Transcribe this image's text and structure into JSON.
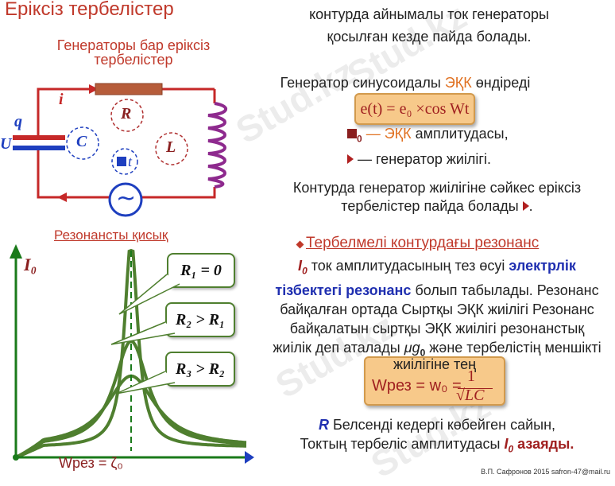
{
  "title": "Еріксіз тербелістер",
  "circuit": {
    "subtitle_line1": "Генераторы бар еріксіз",
    "subtitle_line2": "тербелістер",
    "label_i": "i",
    "label_q": "q",
    "label_U": "U",
    "label_R": "R",
    "label_C": "C",
    "label_L": "L",
    "label_t": "t",
    "generator_symbol": "~",
    "colors": {
      "wire": "#c62828",
      "resistor": "#b65c3a",
      "coil": "#8e2a8e",
      "cap_top": "#c62828",
      "cap_bottom": "#1e3fbf",
      "generator": "#1e3fbf"
    }
  },
  "right": {
    "line1": "контурда айнымалы ток генераторы",
    "line2": "қосылған кезде пайда болады.",
    "gen_text_before": "Генератор синусоидалы ",
    "gen_text_emf": "ЭҚК",
    "gen_text_after": " өндіреді",
    "formula1": "e(t) = e₀ ×cos Wt",
    "amp_sub": "0",
    "amp_text_emf": "— ЭҚК",
    "amp_text_after": " амплитудасы,",
    "freq_text": "— генератор жиілігі.",
    "match_line1": "Контурда генератор жиілігіне сәйкес еріксіз",
    "match_line2": "тербелістер пайда болады",
    "resonance_heading": "Тербелмелі контурдағы резонанс",
    "para_I0": "I",
    "para_I0_sub": "0",
    "para_l1_mid": " ток амплитудасының тез өсуі ",
    "para_l1_blue": "электрлік",
    "para_l2_blue": "тізбектегі резонанс",
    "para_l2_rest": " болып табылады.  Резонанс",
    "para_l3": "байқалған ортада Сыртқы ЭҚК жиілігі Резонанс",
    "para_l4": "байқалатын сыртқы ЭҚК жиілігі резонанстық",
    "para_l5": "жиілік деп аталады ",
    "para_l5_sym": "μg",
    "para_l5_sub": "0",
    "para_l5_rest": " және тербелістің меншікті",
    "para_l6": "жиілігіне тең",
    "formula2_left": "Wрез = w₀ =",
    "formula2_num": "1",
    "formula2_den": "√LC",
    "bottom_R": "R",
    "bottom_l1": " Белсенді кедергі көбейген сайын,",
    "bottom_l2_before": "Токтың тербеліс амплитудасы  ",
    "bottom_l2_I": "I",
    "bottom_l2_sub": "0",
    "bottom_l2_after": "  азаяды."
  },
  "chart_data": {
    "type": "line",
    "title": "Резонансты қисық",
    "ylabel": "I₀",
    "xlabel": "Wрез = ζ₀",
    "series": [
      {
        "name": "R₁ = 0",
        "x": [
          0,
          0.2,
          0.35,
          0.45,
          0.5,
          0.55,
          0.7,
          1.0
        ],
        "y": [
          0.0,
          0.08,
          0.3,
          1.2,
          1.6,
          1.2,
          0.32,
          0.1
        ]
      },
      {
        "name": "R₂ > R₁",
        "x": [
          0,
          0.2,
          0.35,
          0.45,
          0.5,
          0.55,
          0.7,
          1.0
        ],
        "y": [
          0.0,
          0.1,
          0.35,
          0.7,
          0.82,
          0.68,
          0.38,
          0.15
        ]
      },
      {
        "name": "R₃ > R₂",
        "x": [
          0,
          0.2,
          0.35,
          0.45,
          0.5,
          0.55,
          0.7,
          1.0
        ],
        "y": [
          0.0,
          0.1,
          0.3,
          0.48,
          0.55,
          0.46,
          0.3,
          0.12
        ]
      }
    ],
    "resonance_x": 0.5,
    "callouts": [
      "R₁ = 0",
      "R₂ > R₁",
      "R₃ > R₂"
    ],
    "curve_color": "#4f7f2f",
    "axis_color": "#1a7a1a"
  },
  "watermark": [
    "Stud.kz",
    "Stud.kz",
    "Stud.kz",
    "Stud.kz"
  ],
  "footer": "В.П. Сафронов 2015 safron-47@mail.ru"
}
